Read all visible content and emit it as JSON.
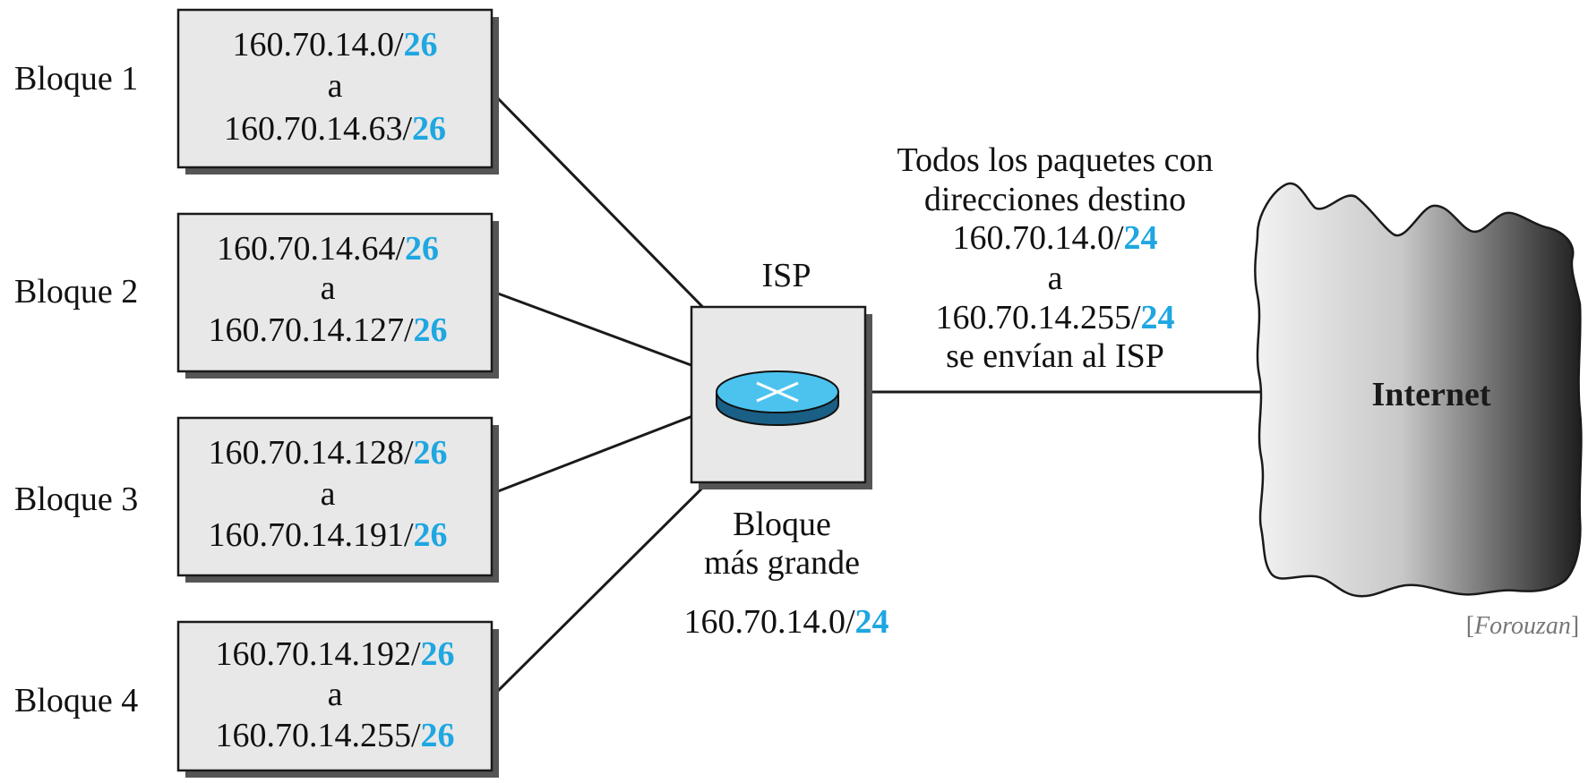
{
  "blocks": [
    {
      "label": "Bloque 1",
      "from_ip": "160.70.14.0/",
      "to_ip": "160.70.14.63/",
      "prefix": "26",
      "connector": "a"
    },
    {
      "label": "Bloque 2",
      "from_ip": "160.70.14.64/",
      "to_ip": "160.70.14.127/",
      "prefix": "26",
      "connector": "a"
    },
    {
      "label": "Bloque 3",
      "from_ip": "160.70.14.128/",
      "to_ip": "160.70.14.191/",
      "prefix": "26",
      "connector": "a"
    },
    {
      "label": "Bloque 4",
      "from_ip": "160.70.14.192/",
      "to_ip": "160.70.14.255/",
      "prefix": "26",
      "connector": "a"
    }
  ],
  "isp": {
    "label": "ISP",
    "caption_line1": "Bloque",
    "caption_line2": "más grande",
    "block_ip": "160.70.14.0/",
    "block_prefix": "24"
  },
  "route_note": {
    "line1": "Todos los paquetes con",
    "line2": "direcciones destino",
    "from_ip": "160.70.14.0/",
    "from_prefix": "24",
    "connector": "a",
    "to_ip": "160.70.14.255/",
    "to_prefix": "24",
    "line_last": "se envían al ISP"
  },
  "internet": {
    "label": "Internet"
  },
  "credit": {
    "open": "[",
    "name": "Forouzan",
    "close": "]"
  },
  "colors": {
    "accent": "#1ea7e1",
    "router_top": "#4cc3ef",
    "router_side": "#1a5f86",
    "box_fill": "#e8e8e8",
    "shadow": "#555555"
  }
}
